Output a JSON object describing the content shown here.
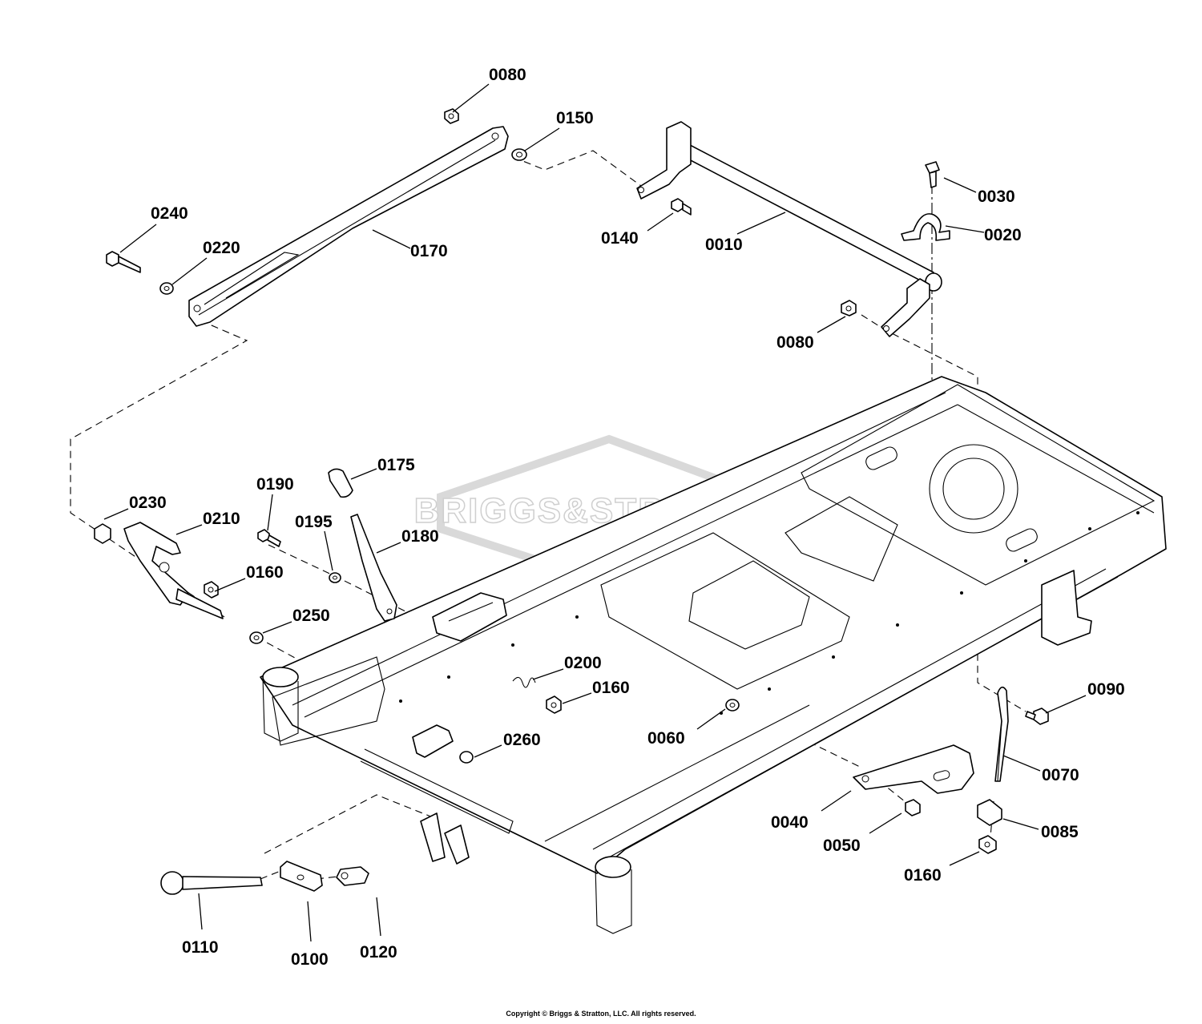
{
  "watermark": {
    "text": "BRIGGS&STRATTON"
  },
  "copyright": "Copyright © Briggs & Stratton, LLC. All rights reserved.",
  "labels": {
    "l0080_top": "0080",
    "l0150": "0150",
    "l0240": "0240",
    "l0220": "0220",
    "l0170": "0170",
    "l0140": "0140",
    "l0010": "0010",
    "l0030": "0030",
    "l0020": "0020",
    "l0080_mid": "0080",
    "l0175": "0175",
    "l0190": "0190",
    "l0230": "0230",
    "l0210": "0210",
    "l0195": "0195",
    "l0180": "0180",
    "l0160_a": "0160",
    "l0250": "0250",
    "l0200": "0200",
    "l0160_b": "0160",
    "l0090": "0090",
    "l0260": "0260",
    "l0060": "0060",
    "l0070": "0070",
    "l0040": "0040",
    "l0085": "0085",
    "l0050": "0050",
    "l0160_c": "0160",
    "l0110": "0110",
    "l0100": "0100",
    "l0120": "0120"
  }
}
